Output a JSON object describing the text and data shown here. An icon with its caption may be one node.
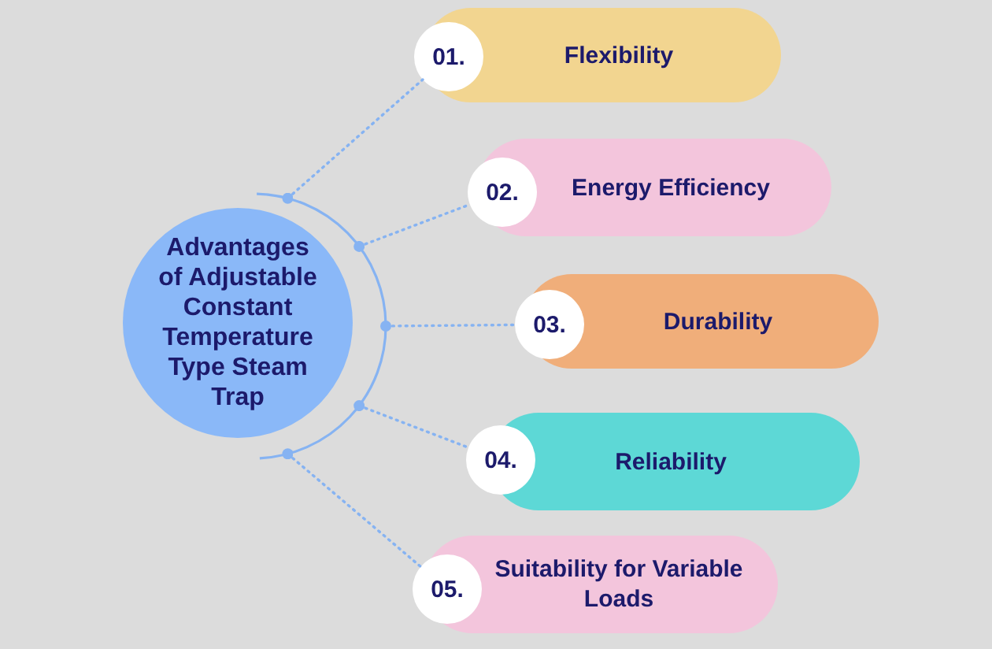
{
  "diagram": {
    "nodes": [
      {
        "text": [
          "Advantages of Adjustable Constant Temperature Type Steam Trap"
        ]
      },
      {
        "text": [],
        "shape": "arc"
      },
      {
        "text": [
          "Flexibility"
        ]
      },
      {
        "text": [
          "01."
        ],
        "in": 2
      },
      {
        "text": [
          "Energy Efficiency"
        ]
      },
      {
        "text": [
          "02."
        ],
        "in": 4
      },
      {
        "text": [
          "Durability"
        ]
      },
      {
        "text": [
          "03."
        ],
        "in": 6
      },
      {
        "text": [
          "Reliability"
        ]
      },
      {
        "text": [
          "04."
        ],
        "in": 8
      },
      {
        "text": [
          "Suitability for Variable Loads"
        ]
      },
      {
        "text": [
          "05."
        ],
        "in": 10
      }
    ],
    "edges": [
      {
        "from": 1,
        "to": 3,
        "arrow": "other",
        "style": "dashed"
      },
      {
        "from": 1,
        "to": 5,
        "arrow": "other",
        "style": "dashed"
      },
      {
        "from": 1,
        "to": 7,
        "arrow": "other",
        "style": "dashed"
      },
      {
        "from": 1,
        "to": 9,
        "arrow": "other",
        "style": "dashed"
      },
      {
        "from": 1,
        "to": 11,
        "arrow": "other",
        "style": "dashed"
      }
    ]
  }
}
